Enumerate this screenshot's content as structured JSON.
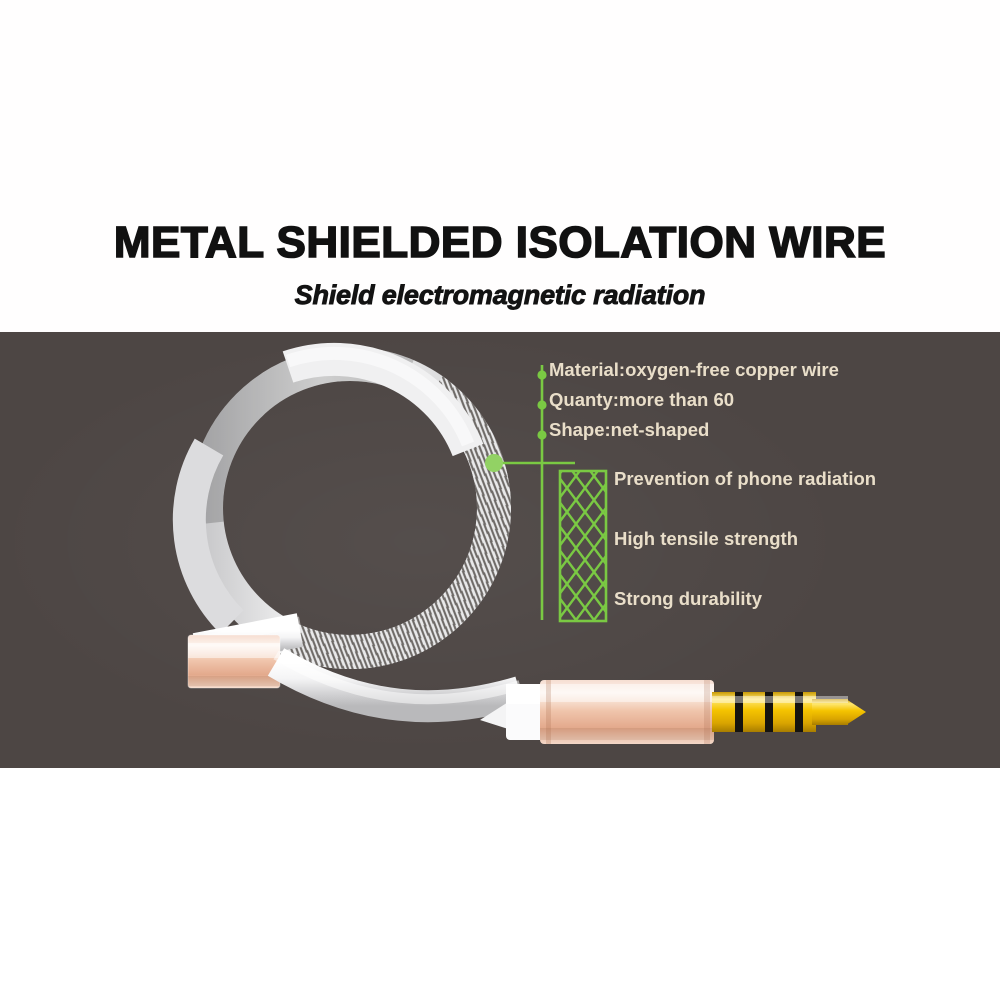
{
  "header": {
    "title": "METAL SHIELDED ISOLATION WIRE",
    "subtitle": "Shield electromagnetic radiation"
  },
  "colors": {
    "page_background": "#ffffff",
    "panel_background": "#4d4644",
    "accent_green": "#7ac943",
    "label_text": "#e9dec9",
    "title_text": "#111111",
    "cable_white": "#f2f2f2",
    "connector_rose_gold": "#e8b9a0",
    "plug_gold": "#e8b800"
  },
  "specs": [
    {
      "label": "Material:oxygen-free copper wire"
    },
    {
      "label": "Quanty:more than 60"
    },
    {
      "label": "Shape:net-shaped"
    }
  ],
  "features": [
    {
      "label": "Prevention of phone radiation"
    },
    {
      "label": "High tensile strength"
    },
    {
      "label": "Strong durability"
    }
  ],
  "diagram": {
    "product": "3.5mm TRRS audio cable with braided metal shield",
    "callout_marker": "green-dot-on-shield",
    "mesh_swatch": "net-shaped-braid-sample"
  }
}
